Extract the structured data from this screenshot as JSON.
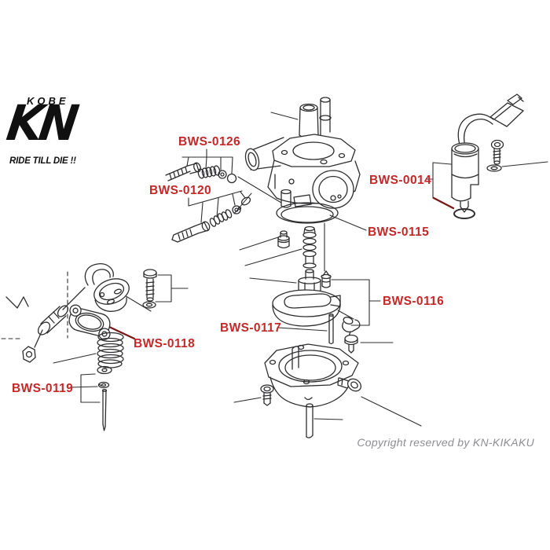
{
  "brand": {
    "kobe": "KOBE",
    "kn": "KN",
    "tagline": "RIDE TILL DIE !!"
  },
  "diagram": {
    "kind": "exploded-parts-line-drawing",
    "subject": "carburetor"
  },
  "part_labels": [
    {
      "code": "BWS-0126"
    },
    {
      "code": "BWS-0120"
    },
    {
      "code": "BWS-0014"
    },
    {
      "code": "BWS-0115"
    },
    {
      "code": "BWS-0116"
    },
    {
      "code": "BWS-0117"
    },
    {
      "code": "BWS-0118"
    },
    {
      "code": "BWS-0119"
    }
  ],
  "footer": {
    "copyright": "Copyright reserved by KN-KIKAKU"
  },
  "colors": {
    "label_red": "#c42828",
    "leader_dark_red": "#7a1818",
    "line_color": "#2e2e30",
    "copyright_gray": "#8e8e93",
    "background": "#ffffff"
  }
}
